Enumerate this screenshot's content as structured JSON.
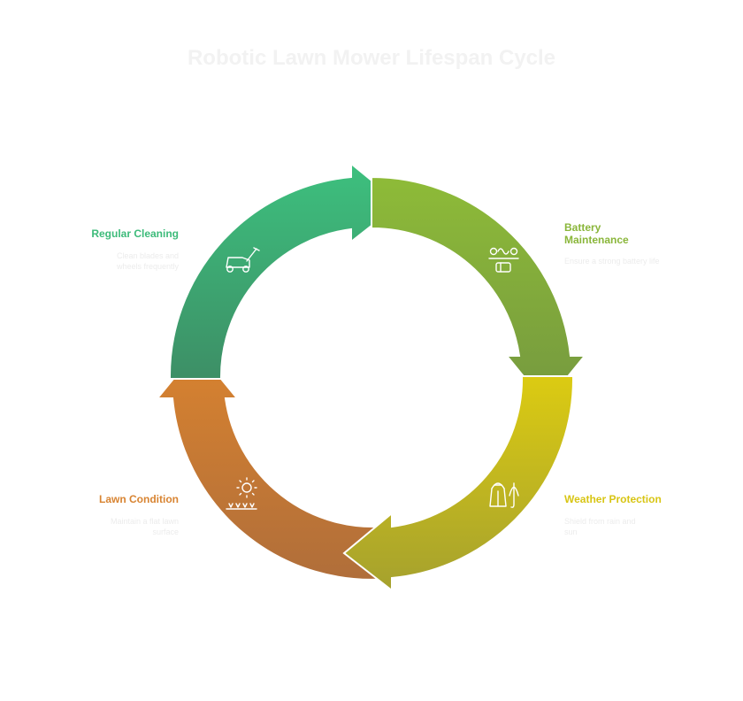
{
  "title": "Robotic Lawn Mower Lifespan Cycle",
  "colors": {
    "cleaning": "#3dbb7a",
    "battery": "#8ab63a",
    "weather": "#d8c514",
    "lawn": "#d88432",
    "description": "#ececec"
  },
  "steps": [
    {
      "label": "Regular Cleaning",
      "description": "Clean blades and wheels frequently",
      "icon": "lawn-mower-icon"
    },
    {
      "label": "Battery Maintenance",
      "description": "Ensure a strong battery life",
      "icon": "battery-icon"
    },
    {
      "label": "Weather Protection",
      "description": "Shield from rain and sun",
      "icon": "raincoat-umbrella-icon"
    },
    {
      "label": "Lawn Condition",
      "description": "Maintain a flat lawn surface",
      "icon": "sun-grass-icon"
    }
  ]
}
